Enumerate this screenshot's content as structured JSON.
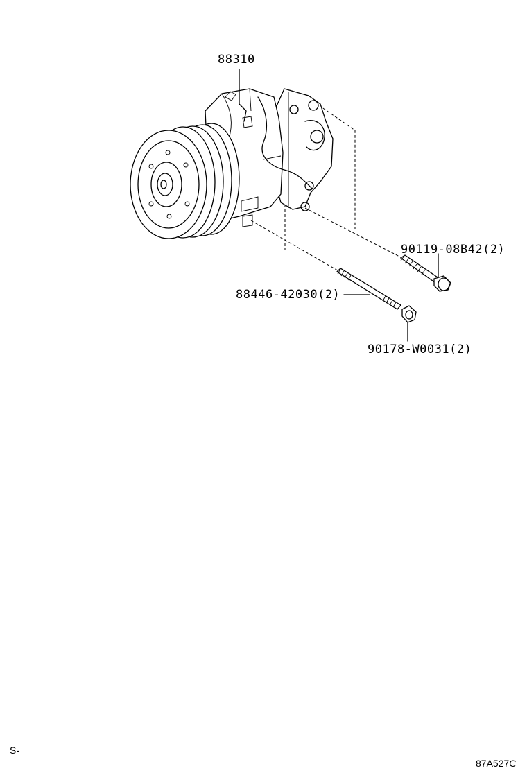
{
  "diagram": {
    "parts": [
      {
        "id": "compressor",
        "number": "88310"
      },
      {
        "id": "bolt",
        "number": "90119-08B42(2)"
      },
      {
        "id": "stud",
        "number": "88446-42030(2)"
      },
      {
        "id": "nut",
        "number": "90178-W0031(2)"
      }
    ],
    "footer_left": "S-",
    "footer_right": "87A527C"
  }
}
